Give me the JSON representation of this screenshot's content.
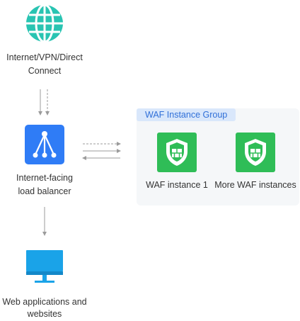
{
  "nodes": {
    "internet": {
      "icon": "globe-icon",
      "line1": "Internet/VPN/Direct",
      "line2": "Connect"
    },
    "load_balancer": {
      "icon": "load-balancer-icon",
      "line1": "Internet-facing",
      "line2": "load balancer"
    },
    "web_apps": {
      "icon": "monitor-icon",
      "line1": "Web applications and",
      "line2": "websites"
    }
  },
  "group": {
    "title": "WAF Instance Group",
    "instances": [
      {
        "icon": "shield-icon",
        "label": "WAF instance 1"
      },
      {
        "icon": "shield-icon",
        "label": "More WAF instances"
      }
    ]
  },
  "colors": {
    "globe": "#29c4b2",
    "load_balancer": "#2f7cf6",
    "waf": "#2fbd57",
    "monitor": "#1aa3e8",
    "group_title_bg": "#d9e7fb",
    "group_title_text": "#2f6fd8",
    "group_bg": "#f5f7f9",
    "arrow": "#9b9b9b"
  }
}
